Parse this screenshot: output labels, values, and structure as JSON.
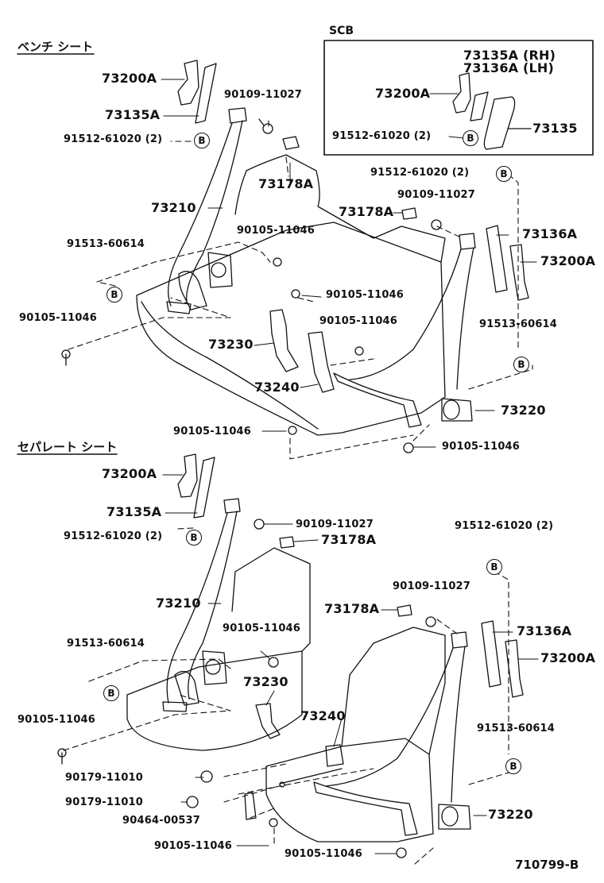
{
  "sections": {
    "bench": "ベンチ シート",
    "separate": "セパレート シート",
    "scb": "SCB"
  },
  "bolt_marker": "B",
  "figure_id": "710799-B",
  "labels": {
    "bench": {
      "p73200A_l": "73200A",
      "p73135A": "73135A",
      "p91512_l": "91512-61020 (2)",
      "p90109_a": "90109-11027",
      "p73178A_a": "73178A",
      "p73178A_b": "73178A",
      "p73210": "73210",
      "p90105_a": "90105-11046",
      "p91513_l": "91513-60614",
      "p90105_b": "90105-11046",
      "p90105_c": "90105-11046",
      "p90105_d": "90105-11046",
      "p73230": "73230",
      "p73240": "73240",
      "p90105_e": "90105-11046",
      "p90105_f": "90105-11046",
      "p91512_r": "91512-61020 (2)",
      "p90109_b": "90109-11027",
      "p73136A": "73136A",
      "p73200A_r": "73200A",
      "p91513_r": "91513-60614",
      "p73220": "73220"
    },
    "scb": {
      "p73135A_rh": "73135A (RH)",
      "p73136A_lh": "73136A (LH)",
      "p73200A": "73200A",
      "p91512": "91512-61020 (2)",
      "p73135": "73135"
    },
    "separate": {
      "p73200A_l": "73200A",
      "p73135A": "73135A",
      "p91512_l": "91512-61020 (2)",
      "p90109_a": "90109-11027",
      "p73178A_a": "73178A",
      "p73210": "73210",
      "p90105_a": "90105-11046",
      "p73230": "73230",
      "p91513_l": "91513-60614",
      "p90105_b": "90105-11046",
      "p73240": "73240",
      "p90179_a": "90179-11010",
      "p90179_b": "90179-11010",
      "p90464": "90464-00537",
      "p90105_c": "90105-11046",
      "p90105_d": "90105-11046",
      "p91512_r": "91512-61020 (2)",
      "p90109_b": "90109-11027",
      "p73178A_b": "73178A",
      "p73136A": "73136A",
      "p73200A_r": "73200A",
      "p91513_r": "91513-60614",
      "p73220": "73220"
    }
  }
}
